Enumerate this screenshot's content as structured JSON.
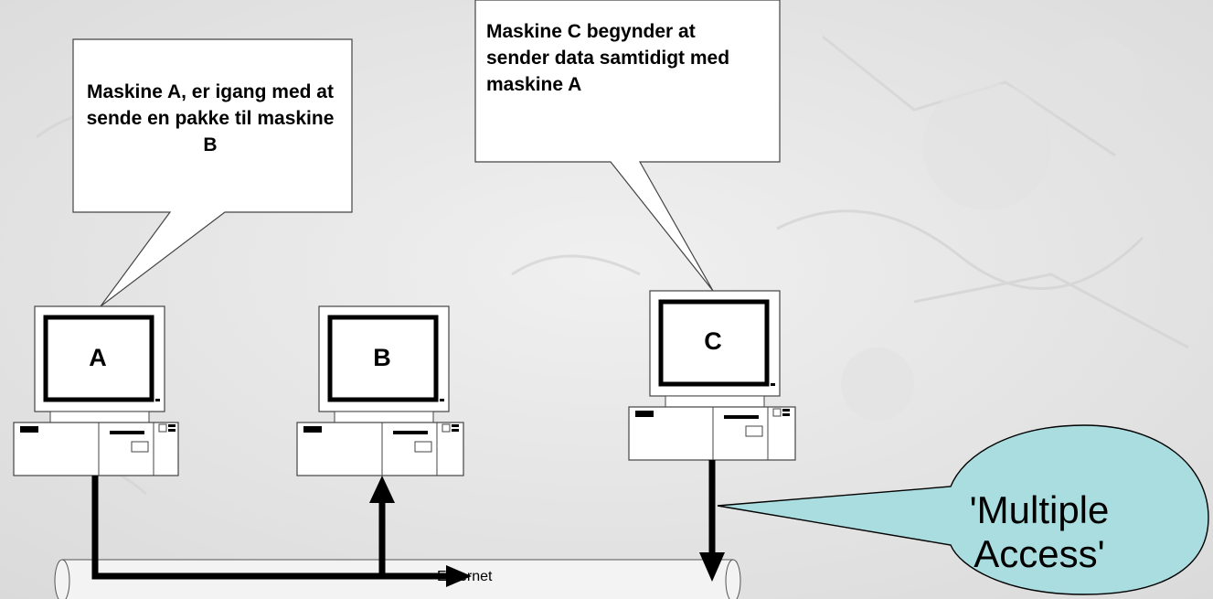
{
  "callouts": {
    "a_text": "Maskine A, er igang med at sende en pakke til maskine B",
    "c_text": "Maskine C begynder at  sender data samtidigt med maskine A"
  },
  "computers": {
    "a_label": "A",
    "b_label": "B",
    "c_label": "C"
  },
  "cable": {
    "label": "Ethernet"
  },
  "bubble": {
    "text": "'Multiple Access'"
  },
  "colors": {
    "bubble_fill": "#a9dde0",
    "background": "#ececec",
    "arrow": "#000000"
  }
}
